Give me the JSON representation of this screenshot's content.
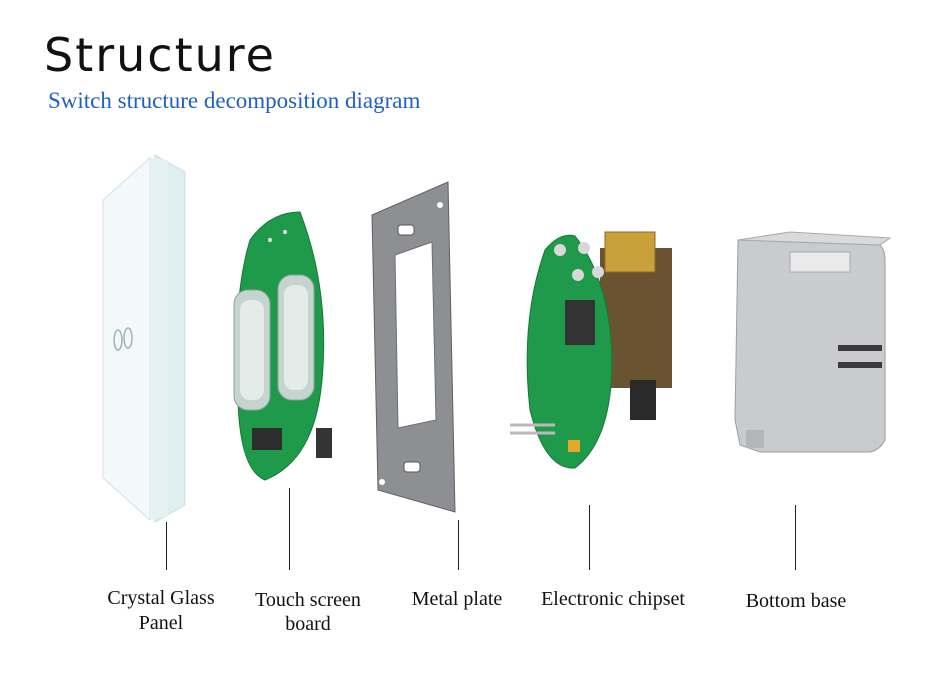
{
  "header": {
    "title": "Structure",
    "subtitle": "Switch structure decomposition diagram"
  },
  "components": [
    {
      "label_line1": "Crystal Glass",
      "label_line2": "Panel"
    },
    {
      "label_line1": "Touch screen",
      "label_line2": "board"
    },
    {
      "label_line1": "Metal plate",
      "label_line2": ""
    },
    {
      "label_line1": "Electronic chipset",
      "label_line2": ""
    },
    {
      "label_line1": "Bottom base",
      "label_line2": ""
    }
  ],
  "colors": {
    "subtitle": "#1f5fc4",
    "pcb_green": "#1f9a4a",
    "metal_gray": "#8d8f92",
    "base_gray": "#c9cbce",
    "glass": "#e8f3f5"
  }
}
